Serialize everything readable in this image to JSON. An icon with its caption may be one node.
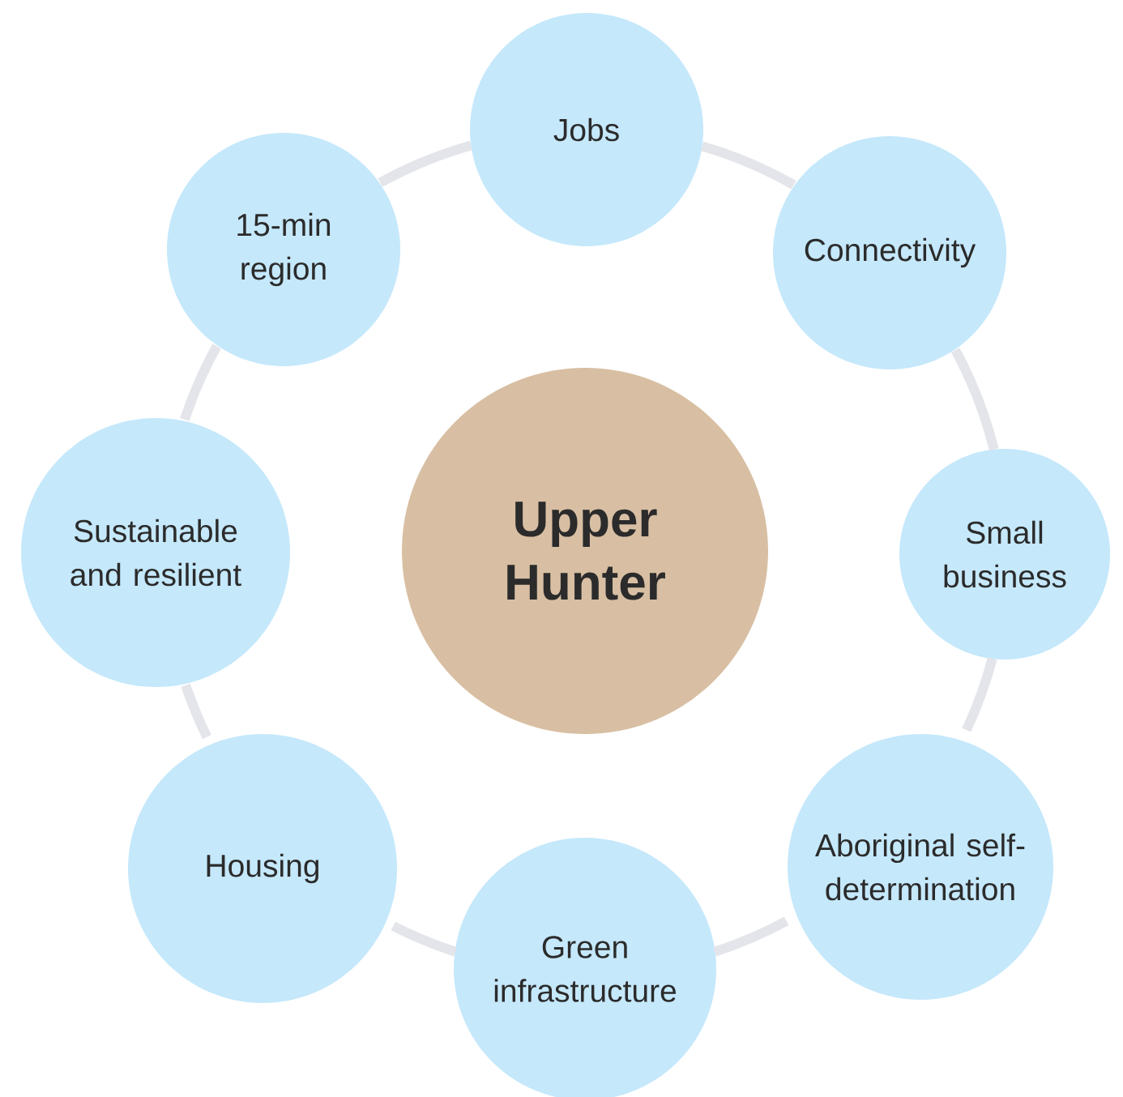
{
  "diagram": {
    "nodes": [
      {
        "text": [
          "Upper Hunter"
        ]
      },
      {
        "text": [
          "Jobs"
        ]
      },
      {
        "text": [
          "Connectivity"
        ]
      },
      {
        "text": [
          "Small business"
        ]
      },
      {
        "text": [
          "Aboriginal self-determination"
        ]
      },
      {
        "text": [
          "Green infrastructure"
        ]
      },
      {
        "text": [
          "Housing"
        ]
      },
      {
        "text": [
          "Sustainable and resilient"
        ]
      },
      {
        "text": [
          "15-min region"
        ]
      }
    ],
    "edges": [
      {
        "from": 1,
        "to": 2,
        "arrow": "none"
      },
      {
        "from": 2,
        "to": 3,
        "arrow": "none"
      },
      {
        "from": 3,
        "to": 4,
        "arrow": "none"
      },
      {
        "from": 4,
        "to": 5,
        "arrow": "none"
      },
      {
        "from": 5,
        "to": 6,
        "arrow": "none"
      },
      {
        "from": 6,
        "to": 7,
        "arrow": "none"
      },
      {
        "from": 7,
        "to": 8,
        "arrow": "none"
      },
      {
        "from": 8,
        "to": 1,
        "arrow": "none"
      }
    ]
  }
}
